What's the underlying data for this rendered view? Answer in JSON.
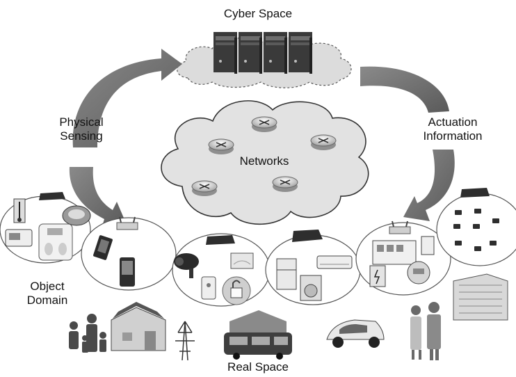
{
  "labels": {
    "cyber_space": "Cyber Space",
    "physical_sensing": "Physical\nSensing",
    "actuation_information": "Actuation\nInformation",
    "networks": "Networks",
    "object_domain": "Object\nDomain",
    "real_space": "Real Space"
  },
  "icons": [
    "server-icon",
    "router-icon",
    "gateway-icon",
    "thermometer-icon",
    "scale-icon",
    "blood-pressure-monitor-icon",
    "pedometer-icon",
    "mobile-phone-icon",
    "pda-icon",
    "webcam-icon",
    "padlock-icon",
    "sensor-icon",
    "refrigerator-icon",
    "air-conditioner-icon",
    "washing-machine-icon",
    "distribution-board-icon",
    "power-meter-icon",
    "battery-charger-icon",
    "wireless-sensor-node-icon",
    "family-icon",
    "house-icon",
    "power-tower-icon",
    "bus-icon",
    "electric-car-icon",
    "elderly-couple-icon",
    "office-building-icon"
  ],
  "colors": {
    "cloud_fill": "#e2e2e2",
    "arrow": "#6e6e6e",
    "ink": "#111111"
  }
}
